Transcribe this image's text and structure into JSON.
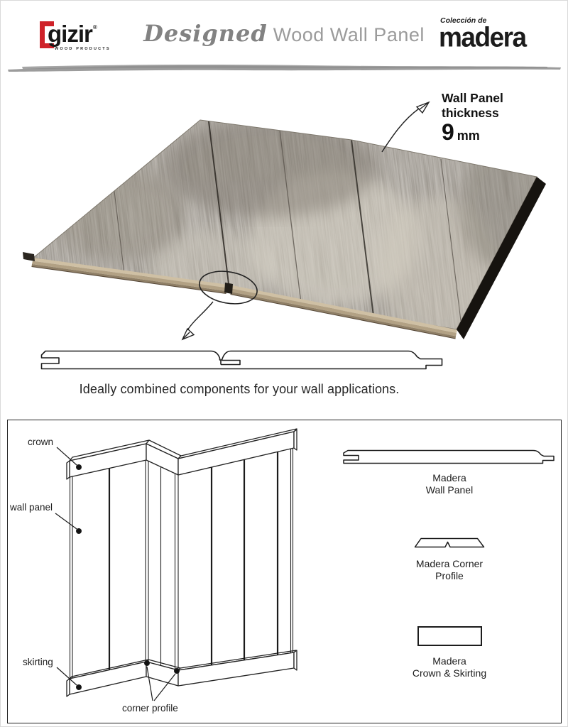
{
  "header": {
    "gizir": {
      "name": "gizir",
      "registered": "®",
      "tagline": "WOOD PRODUCTS"
    },
    "title": {
      "script": "Designed",
      "main": "Wood Wall Panel"
    },
    "madera": {
      "collection": "Colección de",
      "name": "madera"
    }
  },
  "hero": {
    "thickness": {
      "line1": "Wall Panel",
      "line2": "thickness",
      "value": "9",
      "unit": "mm"
    },
    "caption": "Ideally combined components for your wall applications."
  },
  "diagram": {
    "labels": {
      "crown": "crown",
      "wall_panel": "wall panel",
      "skirting": "skirting",
      "corner_profile": "corner profile"
    },
    "products": [
      {
        "line1": "Madera",
        "line2": "Wall Panel"
      },
      {
        "line1": "Madera Corner",
        "line2": "Profile"
      },
      {
        "line1": "Madera",
        "line2": "Crown & Skirting"
      }
    ]
  },
  "colors": {
    "accent_red": "#cf2229",
    "ink": "#1d1d1d",
    "title_gray": "#9b9b9b",
    "script_gray": "#828282",
    "wood_base": "#99938a",
    "wood_edge_light": "#cfc0a4",
    "wood_edge_dark": "#16130f",
    "divider_gray": "#9c9c9c"
  }
}
